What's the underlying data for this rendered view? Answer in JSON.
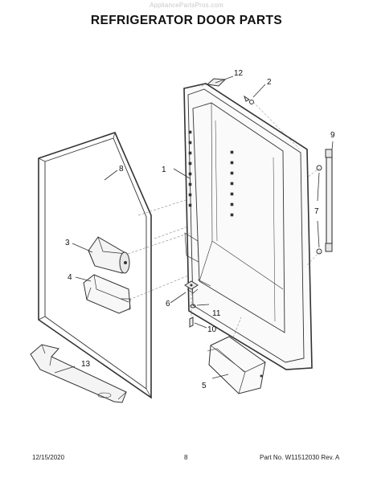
{
  "watermark": "AppliancePartsPros.com",
  "title": "REFRIGERATOR DOOR PARTS",
  "callouts": {
    "c1": "1",
    "c2": "2",
    "c3": "3",
    "c4": "4",
    "c5": "5",
    "c6": "6",
    "c7": "7",
    "c8": "8",
    "c9": "9",
    "c10": "10",
    "c11": "11",
    "c12": "12",
    "c13": "13"
  },
  "footer": {
    "date": "12/15/2020",
    "page": "8",
    "part_info": "Part No. W11512030  Rev. A"
  }
}
